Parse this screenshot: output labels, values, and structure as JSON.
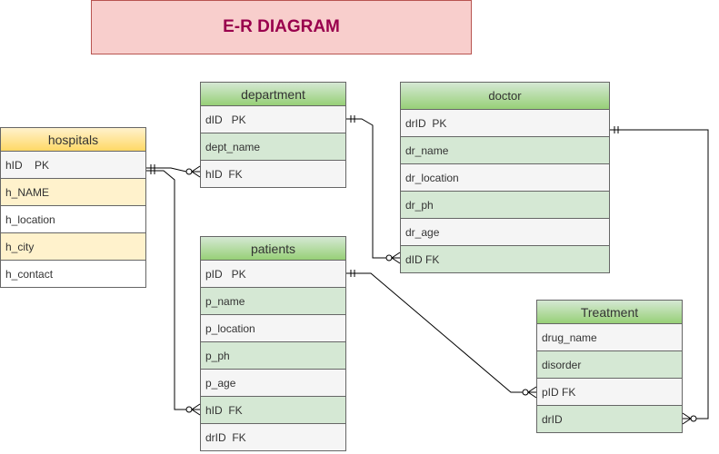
{
  "title": "E-R DIAGRAM",
  "entities": {
    "hospitals": {
      "name": "hospitals",
      "rows": [
        "hID    PK",
        "h_NAME",
        "h_location",
        "h_city",
        "h_contact"
      ]
    },
    "department": {
      "name": "department",
      "rows": [
        "dID   PK",
        "dept_name",
        "hID  FK"
      ]
    },
    "doctor": {
      "name": "doctor",
      "rows": [
        "drID  PK",
        "dr_name",
        "dr_location",
        "dr_ph",
        "dr_age",
        "dID FK"
      ]
    },
    "patients": {
      "name": "patients",
      "rows": [
        "pID   PK",
        "p_name",
        "p_location",
        "p_ph",
        "p_age",
        "hID  FK",
        "drID  FK"
      ]
    },
    "treatment": {
      "name": "Treatment",
      "rows": [
        "drug_name",
        "disorder",
        "pID FK",
        "drID"
      ]
    }
  },
  "colors": {
    "title_fill": "#f8cecc",
    "title_text": "#99004d",
    "header_green": "#97d077",
    "row_green": "#d5e8d4",
    "header_yellow": "#ffd966",
    "row_yellow": "#fff2cc"
  }
}
